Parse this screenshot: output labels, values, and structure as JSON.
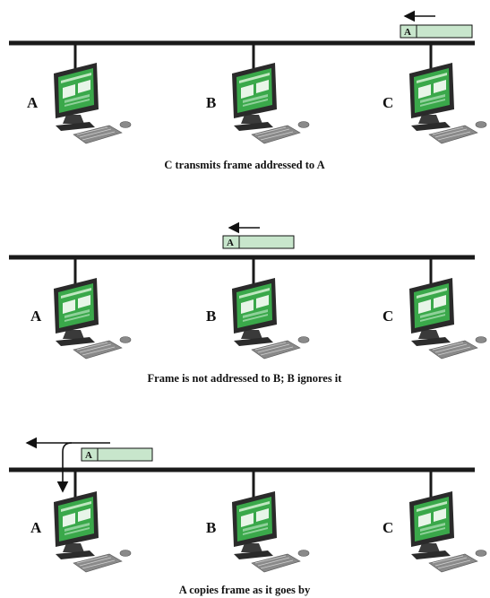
{
  "panels": [
    {
      "caption": "C transmits frame addressed to A",
      "stations": [
        "A",
        "B",
        "C"
      ],
      "frame": {
        "address": "A",
        "direction": "left",
        "copied_by": null
      }
    },
    {
      "caption": "Frame is not addressed to B; B ignores it",
      "stations": [
        "A",
        "B",
        "C"
      ],
      "frame": {
        "address": "A",
        "direction": "left",
        "copied_by": null
      }
    },
    {
      "caption": "A copies frame as it goes by",
      "stations": [
        "A",
        "B",
        "C"
      ],
      "frame": {
        "address": "A",
        "direction": "left",
        "copied_by": "A"
      }
    }
  ],
  "colors": {
    "bus": "#1a1a1a",
    "frame_fill": "#c8e6cc",
    "screen": "#3aa84a",
    "monitor": "#2a2a2a"
  }
}
